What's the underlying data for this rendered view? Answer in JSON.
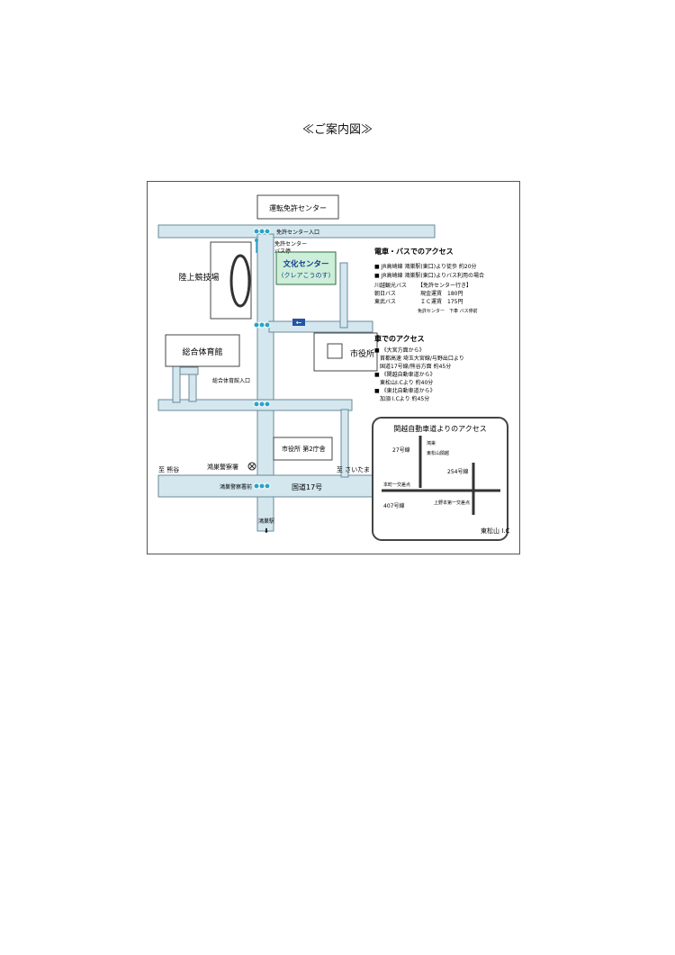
{
  "page": {
    "title": "≪ご案内図≫"
  },
  "map": {
    "colors": {
      "road": "#d4e7ef",
      "road_edge": "#6a8a98",
      "highlight": "#cdeed8",
      "signal": "#2aa3c9",
      "text": "#222222"
    },
    "buildings": {
      "license_center": "運転免許センター",
      "stadium": "陸上競技場",
      "culture_center": "文化センター",
      "culture_center_sub": "(クレアこうのす)",
      "gymnasium": "総合体育館",
      "city_hall": "市役所",
      "city_hall_2": "市役所 第2庁舎",
      "police": "鴻巣警察署"
    },
    "labels": {
      "license_entrance": "免許センター入口",
      "bus_stop": "免許センター",
      "bus_stop_2": "バス停",
      "gym_entrance": "総合体育館入口",
      "police_front": "鴻巣警察署前",
      "route17": "国道17号",
      "to_kumagaya": "至 熊谷",
      "to_saitama": "至 さいたま",
      "konosu_station": "鴻巣駅"
    },
    "train_bus": {
      "heading": "電車・バスでのアクセス",
      "items": [
        "JR高崎線 鴻巣駅(東口)より徒歩 約20分",
        "JR高崎線 鴻巣駅(東口)よりバス利用の場合"
      ],
      "bus_cos": [
        "川越観光バス",
        "朝日バス",
        "東武バス"
      ],
      "fare_heading": "【免許センター行き】",
      "fares": [
        "現金運賃　180円",
        "ＩＣ運賃　175円"
      ],
      "note": "免許センター　下車 バス停前"
    },
    "car": {
      "heading": "車でのアクセス",
      "items": [
        {
          "head": "《大宮方面から》",
          "lines": [
            "首都高速 埼玉大宮線/与野出口より",
            "国道17号線/熊谷方面 約45分"
          ]
        },
        {
          "head": "《関越自動車道から》",
          "lines": [
            "東松山I.Cより 約40分"
          ]
        },
        {
          "head": "《東北自動車道から》",
          "lines": [
            "加須 I.Cより 約45分"
          ]
        }
      ]
    },
    "inset": {
      "title": "関越自動車道よりのアクセス",
      "r27": "27号線",
      "expressway": "東松山関越",
      "expressway_top": "鴻巣",
      "r254": "254号線",
      "r407": "407号線",
      "junction_a": "本町一交差点",
      "junction_b": "上野本第一交差点",
      "ic": "東松山 I.C"
    }
  }
}
